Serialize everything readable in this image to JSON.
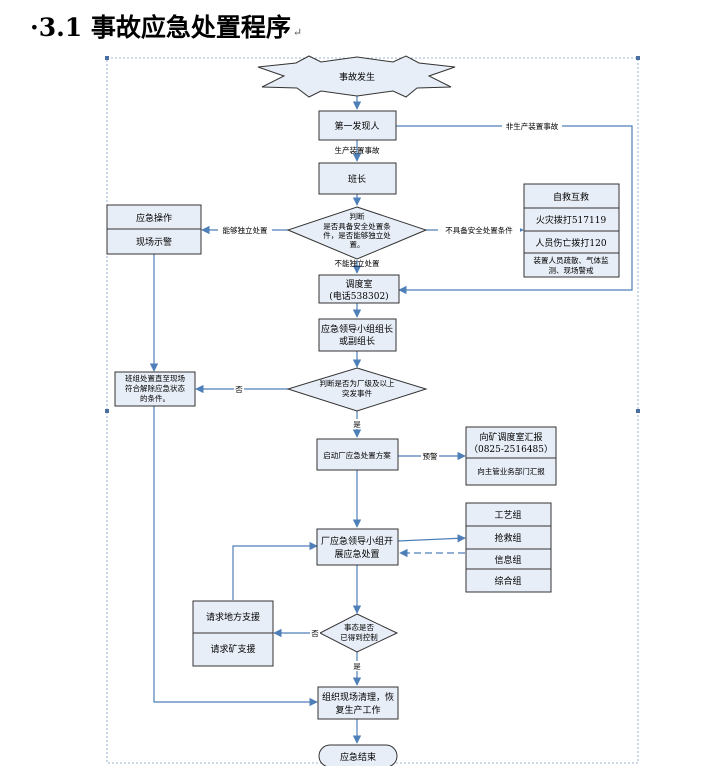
{
  "heading": {
    "text": "·3.1 事故应急处置程序",
    "mark": "↵"
  },
  "nodes": {
    "start": "事故发生",
    "first_finder": "第一发现人",
    "team_leader": "班长",
    "judge1_l1": "判断",
    "judge1_l2": "是否具备安全处置条",
    "judge1_l3": "件，是否能够独立处",
    "judge1_l4": "置。",
    "self_rescue": "自救互救",
    "fire_call": "火灾拨打517119",
    "injury_call": "人员伤亡拨打120",
    "evac_l1": "装置人员疏散、气体监",
    "evac_l2": "测、现场警戒",
    "emergency_op": "应急操作",
    "site_warning": "现场示警",
    "dispatch_l1": "调度室",
    "dispatch_l2": "(电话538302)",
    "leader_group_l1": "应急领导小组组长",
    "leader_group_l2": "或副组长",
    "team_dispose_l1": "班组处置直至现场",
    "team_dispose_l2": "符合解除应急状态",
    "team_dispose_l3": "的条件。",
    "judge2_l1": "判断是否为厂级及以上",
    "judge2_l2": "突发事件",
    "start_plan": "启动厂应急处置方案",
    "report_mine_l1": "向矿调度室汇报",
    "report_mine_l2": "（0825-2516485）",
    "report_dept": "向主管业务部门汇报",
    "plant_group_l1": "厂应急领导小组开",
    "plant_group_l2": "展应急处置",
    "craft_group": "工艺组",
    "rescue_group": "抢救组",
    "info_group": "信息组",
    "general_group": "综合组",
    "local_support": "请求地方支援",
    "mine_support": "请求矿支援",
    "judge3_l1": "事态是否",
    "judge3_l2": "已得到控制",
    "cleanup_l1": "组织现场清理，恢",
    "cleanup_l2": "复生产工作",
    "end": "应急结束"
  },
  "labels": {
    "non_production": "非生产装置事故",
    "production": "生产装置事故",
    "can_handle": "能够独立处置",
    "no_safety": "不具备安全处置条件",
    "cannot_handle": "不能独立处置",
    "no1": "否",
    "yes1": "是",
    "warning": "预警",
    "no2": "否",
    "yes2": "是"
  },
  "colors": {
    "box_fill": "#e8eef7",
    "line": "#4f7fb8"
  }
}
